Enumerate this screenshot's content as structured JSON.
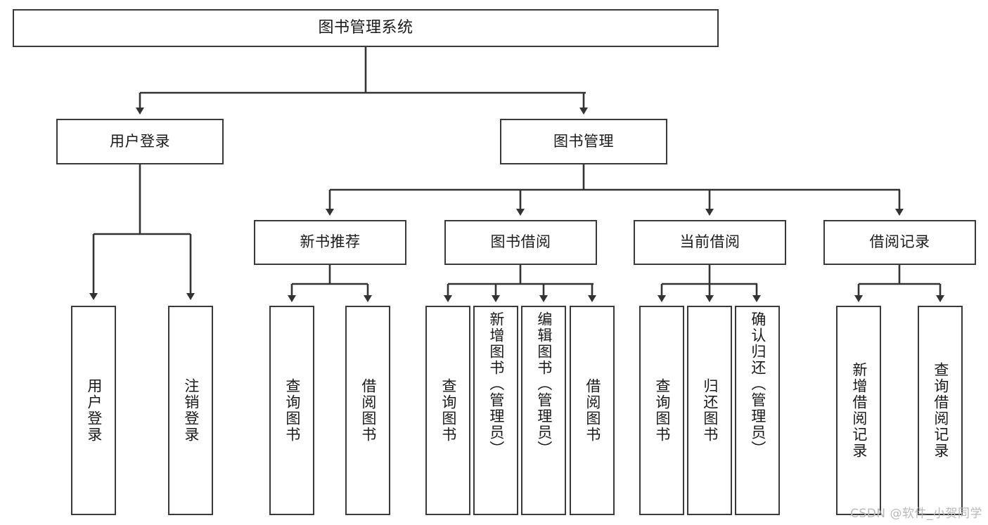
{
  "diagram": {
    "title": "图书管理系统",
    "watermark": "CSDN @软件_小贺同学",
    "colors": {
      "box_border": "#3a3a3a",
      "box_fill": "#ffffff",
      "connector": "#333333",
      "text": "#1a1a1a",
      "watermark": "#b9b9b9",
      "background": "#ffffff"
    },
    "root": {
      "label": "图书管理系统"
    },
    "level2": [
      {
        "label": "用户登录"
      },
      {
        "label": "图书管理"
      }
    ],
    "level3": [
      {
        "label": "新书推荐"
      },
      {
        "label": "图书借阅"
      },
      {
        "label": "当前借阅"
      },
      {
        "label": "借阅记录"
      }
    ],
    "leaves": {
      "user_login": [
        {
          "label": "用户登录"
        },
        {
          "label": "注销登录"
        }
      ],
      "new_book_recommend": [
        {
          "label": "查询图书"
        },
        {
          "label": "借阅图书"
        }
      ],
      "book_borrow": [
        {
          "label": "查询图书"
        },
        {
          "label": "新增图书（管理员）"
        },
        {
          "label": "编辑图书（管理员）"
        },
        {
          "label": "借阅图书"
        }
      ],
      "current_borrow": [
        {
          "label": "查询图书"
        },
        {
          "label": "归还图书"
        },
        {
          "label": "确认归还（管理员）"
        }
      ],
      "borrow_record": [
        {
          "label": "新增借阅记录"
        },
        {
          "label": "查询借阅记录"
        }
      ]
    }
  }
}
